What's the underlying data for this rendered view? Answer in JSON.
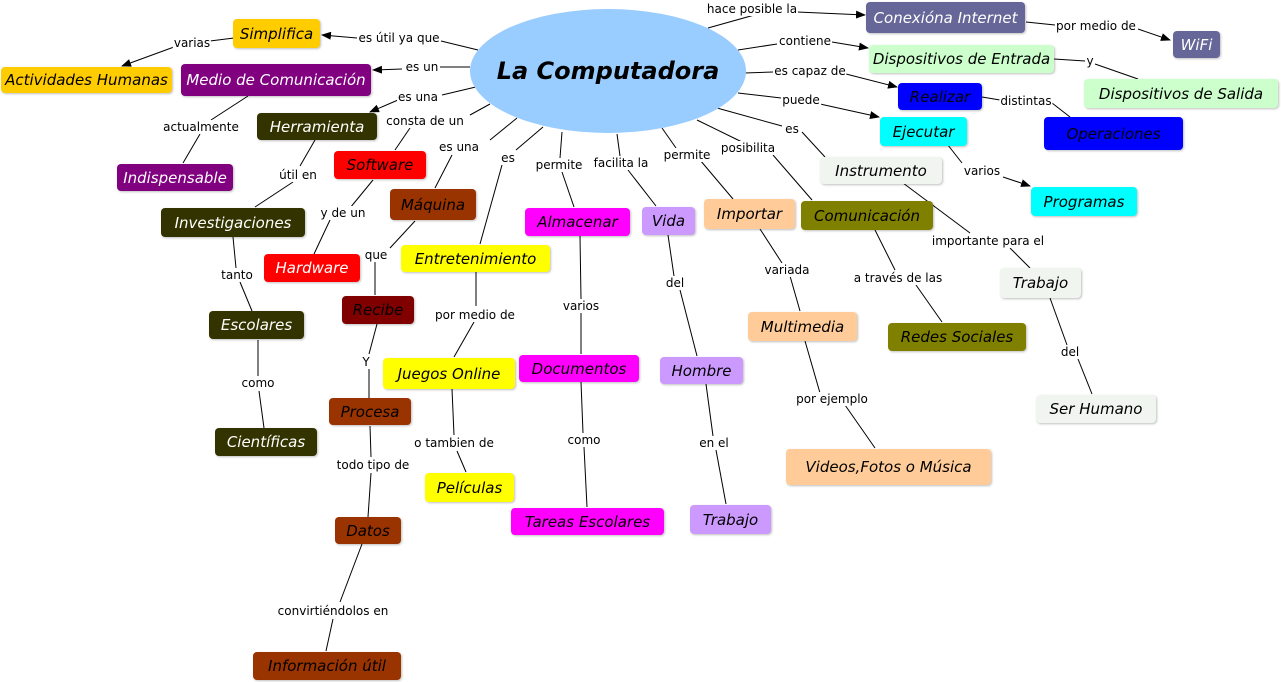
{
  "nodes": {
    "main": "La  Computadora",
    "simplifica": "Simplifica",
    "actividades": "Actividades Humanas",
    "medio": "Medio  de  Comunicación",
    "indispensable": "Indispensable",
    "herramienta": "Herramienta",
    "investigaciones": "Investigaciones",
    "escolares": "Escolares",
    "cientificas": "Científicas",
    "software": "Software",
    "hardware": "Hardware",
    "maquina": "Máquina",
    "recibe": "Recibe",
    "procesa": "Procesa",
    "datos": "Datos",
    "informacion": "Información útil",
    "entretenimiento": "Entretenimiento",
    "juegos": "Juegos Online",
    "peliculas": "Películas",
    "almacenar": "Almacenar",
    "documentos": "Documentos",
    "tareas": "Tareas Escolares",
    "vida": "Vida",
    "hombre": "Hombre",
    "trabajo1": "Trabajo",
    "importar": "Importar",
    "multimedia": "Multimedia",
    "videos": "Videos,Fotos  o  Música",
    "comunicacion": "Comunicación",
    "redes": "Redes Sociales",
    "instrumento": "Instrumento",
    "trabajo2": "Trabajo",
    "serhumano": "Ser Humano",
    "ejecutar": "Ejecutar",
    "programas": "Programas",
    "realizar": "Realizar",
    "operaciones": "Operaciones",
    "dispentrada": "Dispositivos de Entrada",
    "dispsalida": "Dispositivos de Salida",
    "conexion": "Conexióna  Internet",
    "wifi": "WiFi"
  },
  "links": {
    "hace_posible": "hace posible la",
    "por_medio_de_wifi": "por medio de",
    "contiene": "contiene",
    "y_salida": "y",
    "es_capaz_de": "es capaz de",
    "distintas": "distintas",
    "puede": "puede",
    "es_instrumento": "es",
    "varios_programas": "varios",
    "importante_para": "importante para el",
    "del_ser": "del",
    "posibilita": "posibilita",
    "a_traves": "a través de las",
    "permite_importar": "permite",
    "variada": "variada",
    "por_ejemplo": "por ejemplo",
    "facilita": "facilita la",
    "del_hombre": "del",
    "en_el": "en el",
    "permite_almacenar": "permite",
    "varios_docs": "varios",
    "como_tareas": "como",
    "es_entret": "es",
    "por_medio_juegos": "por medio de",
    "o_tambien": "o tambien de",
    "es_una_maquina": "es una",
    "que": "que",
    "y_procesa": "Y",
    "todo_tipo": "todo tipo de",
    "convirtiendolos": "convirtiéndolos en",
    "consta": "consta de un",
    "y_de_un": "y de un",
    "es_una_herr": "es una",
    "util_en": "útil en",
    "tanto": "tanto",
    "como_cient": "como",
    "es_un": "es un",
    "actualmente": "actualmente",
    "es_util": "es útil ya que",
    "varias": "varias"
  },
  "colors": {
    "main": "#99ccff",
    "yellow_orange": "#ffcc00",
    "purple": "#800080",
    "olive_dark": "#333300",
    "red": "#ff0000",
    "brown": "#993300",
    "dark_red": "#800000",
    "yellow": "#ffff00",
    "magenta": "#ff00ff",
    "lavender": "#cc99ff",
    "peach": "#ffcc99",
    "olive": "#808000",
    "pale": "#f0f5f0",
    "cyan": "#00ffff",
    "blue": "#0000ff",
    "light_green": "#ccffcc",
    "slate": "#666699"
  }
}
